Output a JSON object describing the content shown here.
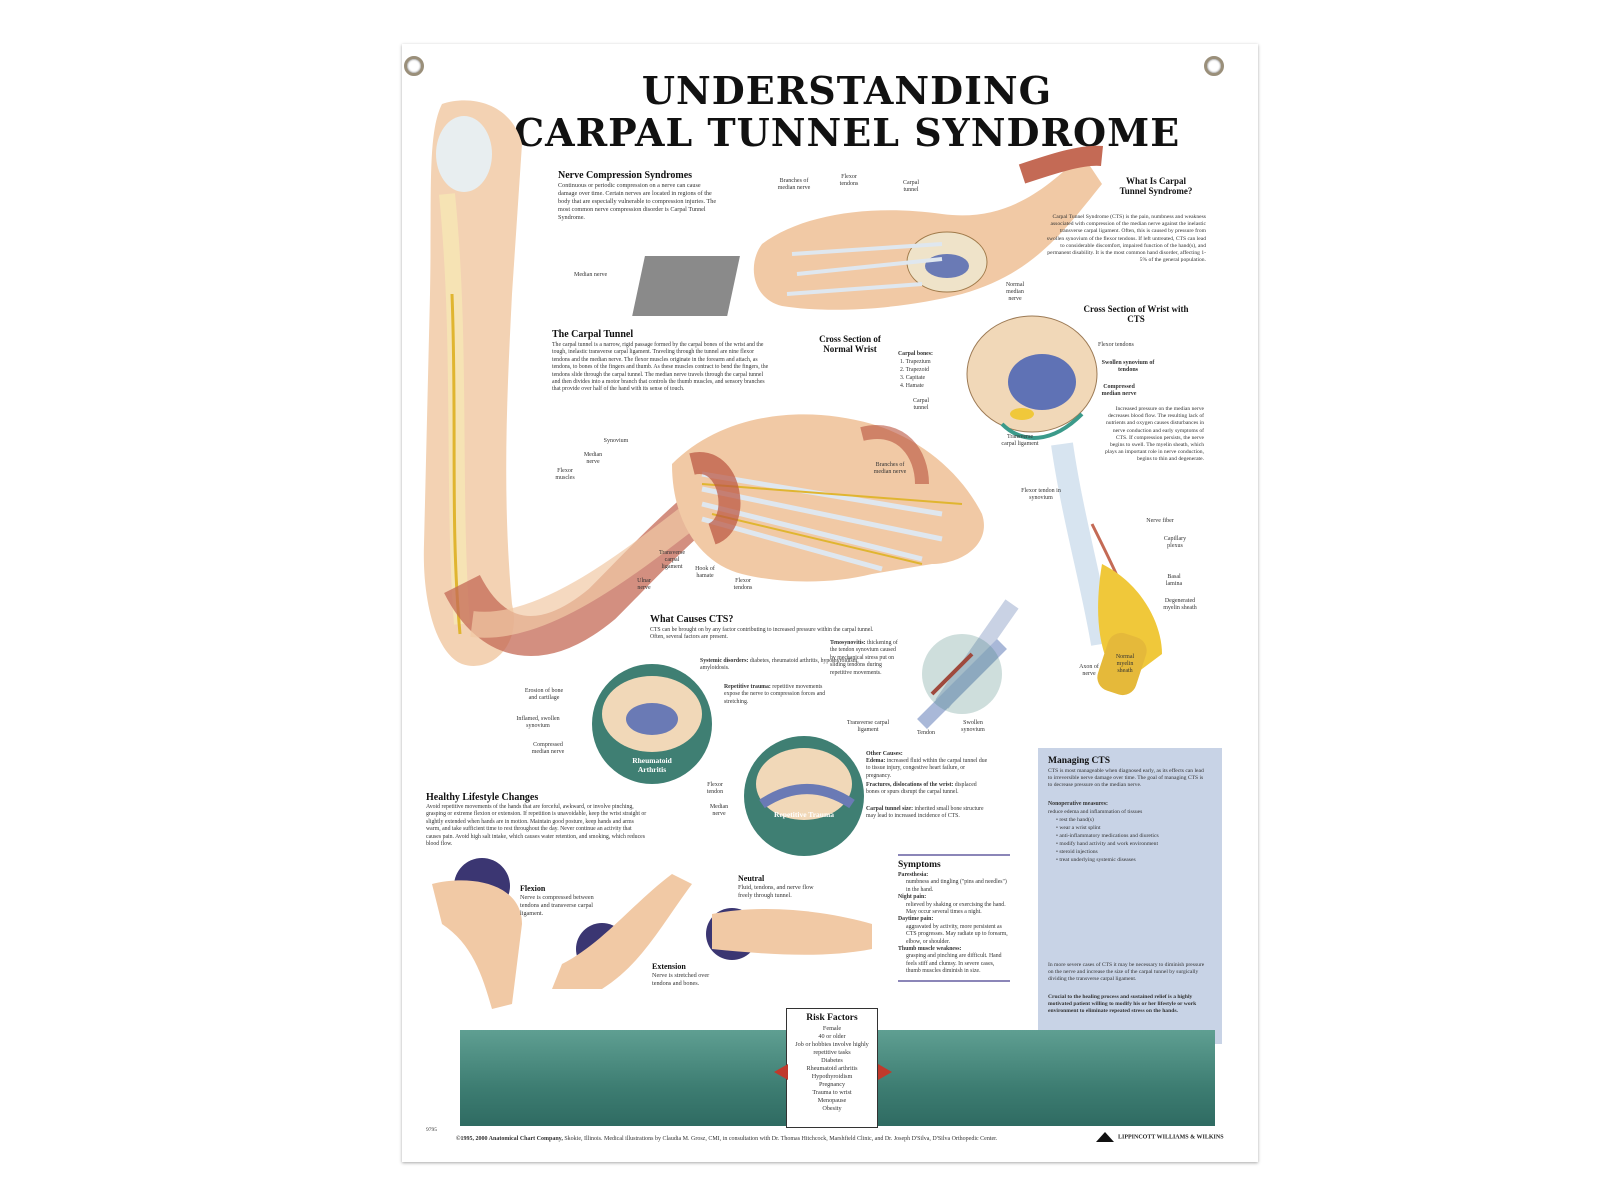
{
  "title": {
    "line1": "UNDERSTANDING",
    "line2": "CARPAL TUNNEL SYNDROME"
  },
  "nerve_compression": {
    "heading": "Nerve Compression Syndromes",
    "body": "Continuous or periodic compression on a nerve can cause damage over time. Certain nerves are located in regions of the body that are especially vulnerable to compression injuries. The most common nerve compression disorder is Carpal Tunnel Syndrome."
  },
  "labels": {
    "median_nerve_arm": "Median nerve",
    "branches_median_top": "Branches of median nerve",
    "flexor_tendons_top": "Flexor tendons",
    "carpal_tunnel_top": "Carpal tunnel",
    "normal_median_nerve": "Normal median nerve",
    "cross_section_normal": "Cross Section of Normal Wrist",
    "synovium": "Synovium",
    "median_nerve_hand": "Median nerve",
    "flexor_muscles": "Flexor muscles",
    "branches_median_hand": "Branches of median nerve",
    "transverse_ligament_hand": "Transverse carpal ligament",
    "hook_of_hamate": "Hook of hamate",
    "ulnar_nerve": "Ulnar nerve",
    "flexor_tendons_hand": "Flexor tendons",
    "flexor_tendons_cts": "Flexor tendons",
    "swollen_synovium": "Swollen synovium of tendons",
    "compressed_median_nerve": "Compressed median nerve",
    "carpal_tunnel_cts": "Carpal tunnel",
    "transverse_ligament_cts": "Transverse carpal ligament",
    "flexor_tendon_in_synovium": "Flexor tendon in synovium",
    "nerve_fiber": "Nerve fiber",
    "capillary_plexus": "Capillary plexus",
    "basal_lamina": "Basal lamina",
    "degenerated_myelin": "Degenerated myelin sheath",
    "axon_of_nerve": "Axon of nerve",
    "normal_myelin": "Normal myelin sheath",
    "tendon": "Tendon",
    "swollen_synovium_2": "Swollen synovium",
    "transverse_ligament_tendon": "Transverse carpal ligament",
    "erosion": "Erosion of bone and cartilage",
    "inflamed_synovium": "Inflamed, swollen synovium",
    "compressed_median_ra": "Compressed median nerve",
    "flexor_tendon_rt": "Flexor tendon",
    "median_nerve_rt": "Median nerve",
    "rheumatoid_arthritis": "Rheumatoid Arthritis",
    "repetitive_trauma": "Repetitive Trauma"
  },
  "what_is": {
    "heading": "What Is Carpal Tunnel Syndrome?",
    "body": "Carpal Tunnel Syndrome (CTS) is the pain, numbness and weakness associated with compression of the median nerve against the inelastic transverse carpal ligament. Often, this is caused by pressure from swollen synovium of the flexor tendons. If left untreated, CTS can lead to considerable discomfort, impaired function of the hand(s), and permanent disability. It is the most common hand disorder, affecting 1-5% of the general population."
  },
  "cross_cts": {
    "heading": "Cross Section of Wrist with CTS",
    "bones_title": "Carpal bones:",
    "bones": [
      "1. Trapezium",
      "2. Trapezoid",
      "3. Capitate",
      "4. Hamate"
    ],
    "pressure_text": "Increased pressure on the median nerve decreases blood flow. The resulting lack of nutrients and oxygen causes disturbances in nerve conduction and early symptoms of CTS. If compression persists, the nerve begins to swell. The myelin sheath, which plays an important role in nerve conduction, begins to thin and degenerate."
  },
  "carpal_tunnel": {
    "heading": "The Carpal Tunnel",
    "body": "The carpal tunnel is a narrow, rigid passage formed by the carpal bones of the wrist and the tough, inelastic transverse carpal ligament. Traveling through the tunnel are nine flexor tendons and the median nerve. The flexor muscles originate in the forearm and attach, as tendons, to bones of the fingers and thumb. As these muscles contract to bend the fingers, the tendons slide through the carpal tunnel. The median nerve travels through the carpal tunnel and then divides into a motor branch that controls the thumb muscles, and sensory branches that provide over half of the hand with its sense of touch."
  },
  "causes": {
    "heading": "What Causes CTS?",
    "intro": "CTS can be brought on by any factor contributing to increased pressure within the carpal tunnel. Often, several factors are present.",
    "systemic_title": "Systemic disorders:",
    "systemic_body": "diabetes, rheumatoid arthritis, hypothyroidism, amyloidosis.",
    "teno_title": "Tenosynovitis:",
    "teno_body": "thickening of the tendon synovium caused by mechanical stress put on sliding tendons during repetitive movements.",
    "rep_title": "Repetitive trauma:",
    "rep_body": "repetitive movements expose the nerve to compression forces and stretching.",
    "other_title": "Other Causes:",
    "edema_title": "Edema:",
    "edema_body": "increased fluid within the carpal tunnel due to tissue injury, congestive heart failure, or pregnancy.",
    "fract_title": "Fractures, dislocations of the wrist:",
    "fract_body": "displaced bones or spurs disrupt the carpal tunnel.",
    "size_title": "Carpal tunnel size:",
    "size_body": "inherited small bone structure may lead to increased incidence of CTS."
  },
  "lifestyle": {
    "heading": "Healthy Lifestyle Changes",
    "body": "Avoid repetitive movements of the hands that are forceful, awkward, or involve pinching, grasping or extreme flexion or extension. If repetition is unavoidable, keep the wrist straight or slightly extended when hands are in motion. Maintain good posture, keep hands and arms warm, and take sufficient time to rest throughout the day. Never continue an activity that causes pain. Avoid high salt intake, which causes water retention, and smoking, which reduces blood flow.",
    "flexion_title": "Flexion",
    "flexion_body": "Nerve is compressed between tendons and transverse carpal ligament.",
    "extension_title": "Extension",
    "extension_body": "Nerve is stretched over tendons and bones.",
    "neutral_title": "Neutral",
    "neutral_body": "Fluid, tendons, and nerve flow freely through tunnel."
  },
  "symptoms": {
    "heading": "Symptoms",
    "items": [
      {
        "title": "Paresthesia:",
        "body": "numbness and tingling (\"pins and needles\") in the hand."
      },
      {
        "title": "Night pain:",
        "body": "relieved by shaking or exercising the hand. May occur several times a night."
      },
      {
        "title": "Daytime pain:",
        "body": "aggravated by activity, more persistent as CTS progresses. May radiate up to forearm, elbow, or shoulder."
      },
      {
        "title": "Thumb muscle weakness:",
        "body": "grasping and pinching are difficult. Hand feels stiff and clumsy. In severe cases, thumb muscles diminish in size."
      }
    ]
  },
  "managing": {
    "heading": "Managing CTS",
    "intro": "CTS is most manageable when diagnosed early, as its effects can lead to irreversible nerve damage over time. The goal of managing CTS is to decrease pressure on the median nerve.",
    "nonop_title": "Nonoperative measures:",
    "nonop_sub": "reduce edema and inflammation of tissues",
    "measures": [
      "rest the hand(s)",
      "wear a wrist splint",
      "anti-inflammatory medications and diuretics",
      "modify hand activity and work environment",
      "steroid injections",
      "treat underlying systemic diseases"
    ],
    "surgery": "In more severe cases of CTS it may be necessary to diminish pressure on the nerve and increase the size of the carpal tunnel by surgically dividing the transverse carpal ligament.",
    "crucial": "Crucial to the healing process and sustained relief is a highly motivated patient willing to modify his or her lifestyle or work environment to eliminate repeated stress on the hands."
  },
  "risk": {
    "heading": "Risk Factors",
    "items": [
      "Female",
      "40 or older",
      "Job or hobbies involve highly repetitive tasks",
      "Diabetes",
      "Rheumatoid arthritis",
      "Hypothyroidism",
      "Pregnancy",
      "Trauma to wrist",
      "Menopause",
      "Obesity"
    ]
  },
  "footer": {
    "code": "9795",
    "copyright_bold": "©1995, 2000 Anatomical Chart Company,",
    "copyright_rest": "Skokie, Illinois. Medical illustrations by Claudia M. Grosz, CMI, in consultation with Dr. Thomas Hitchcock, Marshfield Clinic, and Dr. Joseph D'Silva, D'Silva Orthopedic Center.",
    "publisher": "LIPPINCOTT WILLIAMS & WILKINS"
  },
  "colors": {
    "band": "#3d7d72",
    "managing_bg": "#c8d3e6",
    "nerve": "#e8c64a",
    "muscle": "#b9533e",
    "skin": "#f1c9a5"
  }
}
